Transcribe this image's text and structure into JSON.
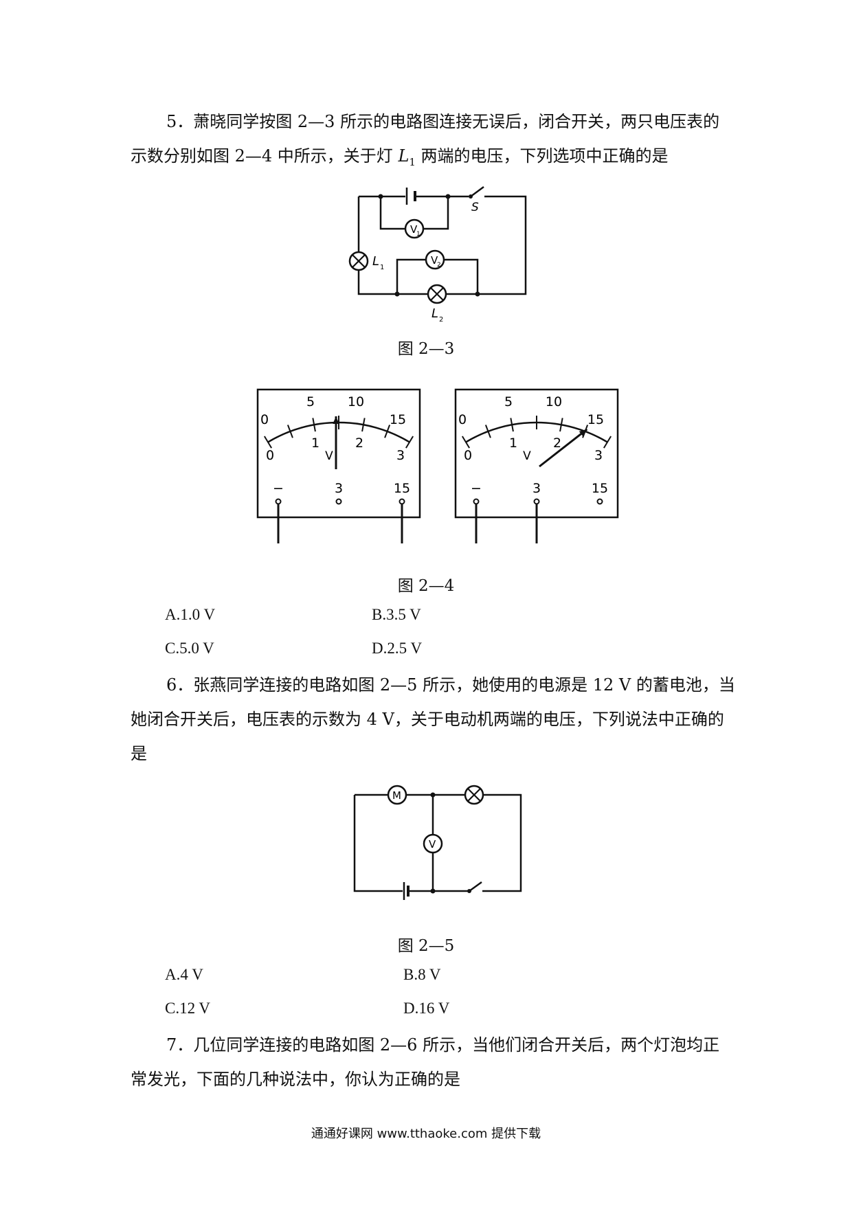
{
  "q5": {
    "text_part1": "5．萧晓同学按图 2—3 所示的电路图连接无误后，闭合开关，两只电压表的示数分别如图 2—4 中所示，关于灯 ",
    "lamp_italic": "L",
    "lamp_sub": "1",
    "text_part2": " 两端的电压，下列选项中正确的是",
    "fig_a_caption": "图 2—3",
    "fig_b_caption": "图 2—4",
    "circuit_labels": {
      "v1": "V",
      "v1_sub": "1",
      "v2": "V",
      "v2_sub": "2",
      "l1": "L",
      "l1_sub": "1",
      "l2": "L",
      "l2_sub": "2",
      "switch": "S"
    },
    "meter": {
      "top_scale": [
        "0",
        "5",
        "10",
        "15"
      ],
      "bottom_scale": [
        "0",
        "1",
        "2",
        "3"
      ],
      "unit": "V",
      "terminals": [
        "−",
        "3",
        "15"
      ]
    },
    "options": [
      "A.1.0 V",
      "B.3.5 V",
      "C.5.0 V",
      "D.2.5 V"
    ]
  },
  "q6": {
    "text": "6．张燕同学连接的电路如图 2—5 所示，她使用的电源是 12 V 的蓄电池，当她闭合开关后，电压表的示数为 4 V，关于电动机两端的电压，下列说法中正确的是",
    "fig_caption": "图 2—5",
    "circuit_labels": {
      "motor": "M",
      "voltmeter": "V"
    },
    "options": [
      "A.4 V",
      "B.8 V",
      "C.12 V",
      "D.16 V"
    ]
  },
  "q7": {
    "text": "7．几位同学连接的电路如图 2—6 所示，当他们闭合开关后，两个灯泡均正常发光，下面的几种说法中，你认为正确的是"
  },
  "footer": "通通好课网  www.tthaoke.com  提供下载"
}
